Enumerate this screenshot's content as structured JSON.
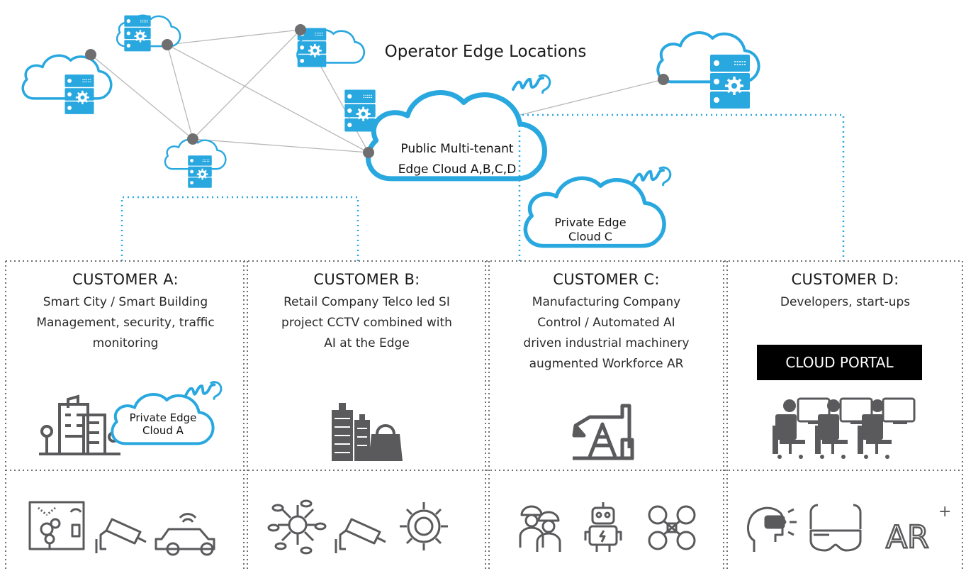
{
  "diagram": {
    "title": "Operator Edge Locations",
    "public_cloud": {
      "line1": "Public Multi-tenant",
      "line2": "Edge Cloud A,B,C,D"
    },
    "private_cloud_c": {
      "line1": "Private Edge",
      "line2": "Cloud C"
    },
    "private_cloud_a": {
      "line1": "Private Edge",
      "line2": "Cloud A"
    },
    "customers": [
      {
        "title": "CUSTOMER A:",
        "desc_lines": [
          "Smart City / Smart Building",
          "Management, security, traffic",
          "monitoring"
        ],
        "bottom_icons": [
          "smart-building-icon",
          "cctv-camera-icon",
          "connected-car-icon"
        ]
      },
      {
        "title": "CUSTOMER B:",
        "desc_lines": [
          "Retail Company Telco led SI",
          "project CCTV combined with",
          "AI at the Edge"
        ],
        "bottom_icons": [
          "database-network-icon",
          "cctv-camera-icon",
          "gear-icon"
        ]
      },
      {
        "title": "CUSTOMER C:",
        "desc_lines": [
          "Manufacturing Company",
          "Control / Automated AI",
          "driven industrial machinery",
          "augmented Workforce AR"
        ],
        "bottom_icons": [
          "workers-icon",
          "robot-icon",
          "drone-icon"
        ]
      },
      {
        "title": "CUSTOMER D:",
        "desc_lines": [
          "Developers, start-ups"
        ],
        "portal_label": "CLOUD PORTAL",
        "bottom_icons": [
          "vr-headset-person-icon",
          "smart-glasses-icon",
          "ar-icon"
        ],
        "ar_text": "AR",
        "ar_sup": "+"
      }
    ],
    "colors": {
      "cloud_blue": "#29a8e0",
      "node_gray": "#6f6f71",
      "icon_gray": "#5a5a5c",
      "link_gray": "#b8b8b8",
      "portal_bg": "#000000"
    }
  }
}
